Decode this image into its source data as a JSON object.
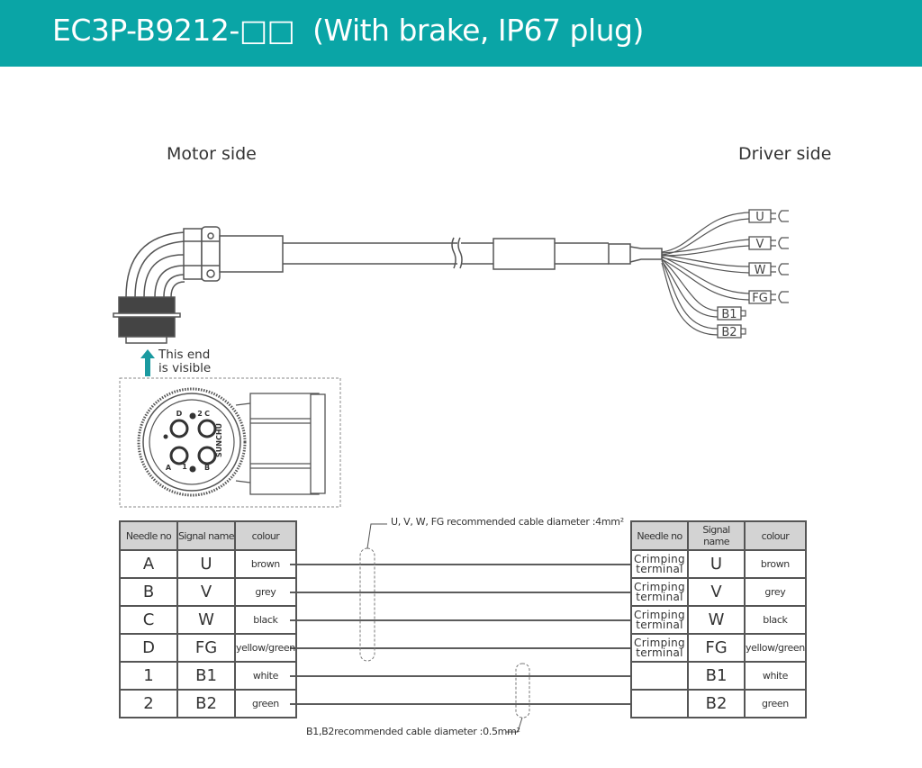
{
  "header": {
    "title": "EC3P-B9212-□□  (With brake, IP67 plug)",
    "background_color": "#0aa5a6"
  },
  "labels": {
    "motor_side": "Motor side",
    "driver_side": "Driver side",
    "visible_note_line1": "This end",
    "visible_note_line2": "is visible",
    "arrow_color": "#1a9aa0"
  },
  "connector_face": {
    "pins": [
      "A",
      "B",
      "C",
      "D",
      "1",
      "2"
    ],
    "brand_text": "SUNCHU"
  },
  "driver_terminals": [
    {
      "label": "U",
      "type": "fork"
    },
    {
      "label": "V",
      "type": "fork"
    },
    {
      "label": "W",
      "type": "fork"
    },
    {
      "label": "FG",
      "type": "fork"
    },
    {
      "label": "B1",
      "type": "pin"
    },
    {
      "label": "B2",
      "type": "pin"
    }
  ],
  "left_table": {
    "headers": [
      "Needle no",
      "Signal name",
      "colour"
    ],
    "rows": [
      {
        "needle": "A",
        "signal": "U",
        "colour": "brown"
      },
      {
        "needle": "B",
        "signal": "V",
        "colour": "grey"
      },
      {
        "needle": "C",
        "signal": "W",
        "colour": "black"
      },
      {
        "needle": "D",
        "signal": "FG",
        "colour": "yellow/green"
      },
      {
        "needle": "1",
        "signal": "B1",
        "colour": "white"
      },
      {
        "needle": "2",
        "signal": "B2",
        "colour": "green"
      }
    ]
  },
  "right_table": {
    "headers": [
      "Needle no",
      "Signal name",
      "colour"
    ],
    "rows": [
      {
        "needle": "Crimping terminal",
        "signal": "U",
        "colour": "brown"
      },
      {
        "needle": "Crimping terminal",
        "signal": "V",
        "colour": "grey"
      },
      {
        "needle": "Crimping terminal",
        "signal": "W",
        "colour": "black"
      },
      {
        "needle": "Crimping terminal",
        "signal": "FG",
        "colour": "yellow/green"
      },
      {
        "needle": "",
        "signal": "B1",
        "colour": "white"
      },
      {
        "needle": "",
        "signal": "B2",
        "colour": "green"
      }
    ]
  },
  "notes": {
    "power_cable": "U, V, W, FG recommended cable diameter :4mm²",
    "brake_cable": "B1,B2recommended cable diameter :0.5mm²"
  }
}
